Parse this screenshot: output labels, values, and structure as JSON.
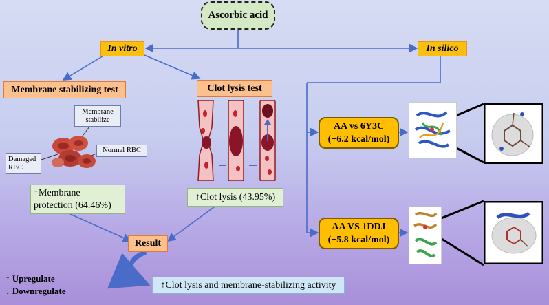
{
  "root": {
    "label": "Ascorbic acid"
  },
  "branches": {
    "in_vitro": "In vitro",
    "in_silico": "In silico"
  },
  "membrane": {
    "title": "Membrane stabilizing test",
    "labels": {
      "membrane_stabilize": "Membrane stabilize",
      "normal_rbc": "Normal RBC",
      "damaged_rbc": "Damaged RBC"
    },
    "result_line1": "↑Membrane",
    "result_line2": "protection (64.46%)"
  },
  "clot": {
    "title": "Clot lysis test",
    "result": "↑Clot lysis (43.95%)"
  },
  "docking": [
    {
      "line1": "AA vs 6Y3C",
      "line2": "(−6.2 kcal/mol)"
    },
    {
      "line1": "AA VS 1DDJ",
      "line2": "(−5.8 kcal/mol)"
    }
  ],
  "result": {
    "label": "Result",
    "summary": "↑Clot lysis and membrane-stabilizing activity"
  },
  "legend": {
    "up": "↑ Upregulate",
    "down": "↓ Downregulate"
  },
  "colors": {
    "arrow": "#4a6cc8",
    "blood_red": "#c4202e",
    "vessel_pink": "#f5c2c4"
  }
}
